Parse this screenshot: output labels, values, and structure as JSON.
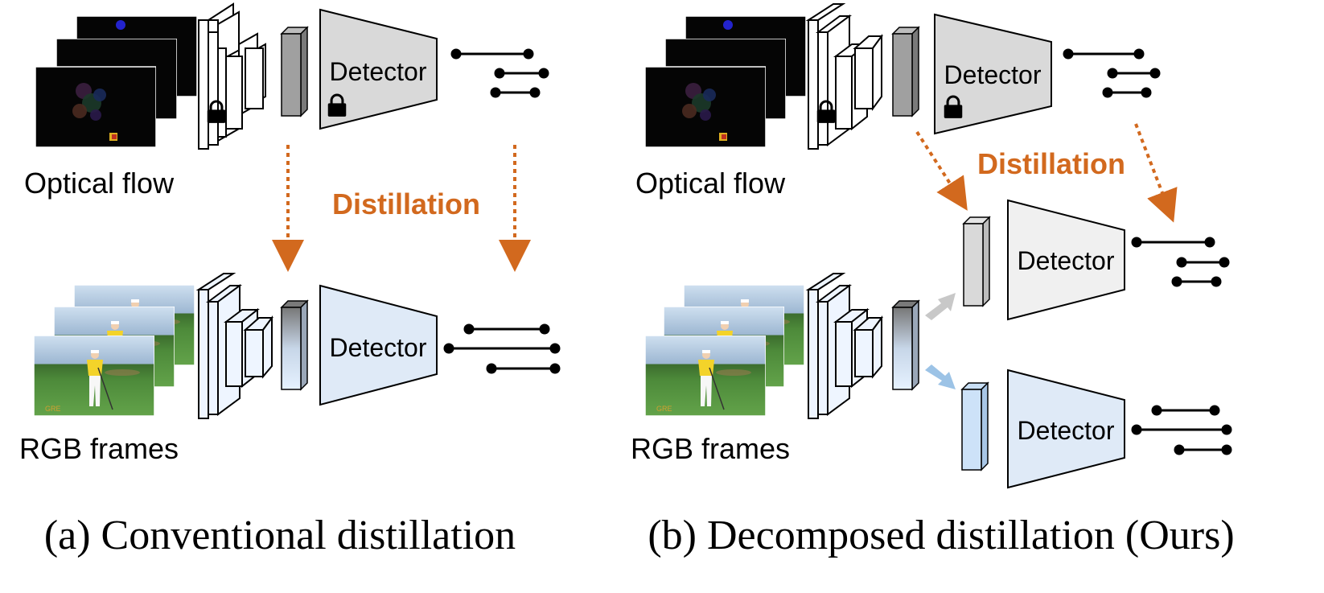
{
  "panel_a": {
    "caption": "(a) Conventional distillation",
    "top_input_label": "Optical flow",
    "bottom_input_label": "RGB frames",
    "top_detector": "Detector",
    "bottom_detector": "Detector",
    "distill_label": "Distillation"
  },
  "panel_b": {
    "caption": "(b) Decomposed distillation (Ours)",
    "top_input_label": "Optical flow",
    "bottom_input_label": "RGB frames",
    "top_detector": "Detector",
    "mid_detector": "Detector",
    "bottom_detector": "Detector",
    "distill_label": "Distillation"
  },
  "colors": {
    "distill_arrow": "#d2691e",
    "distill_text": "#d2691e",
    "flow_detector_fill": "#d9d9d9",
    "rgb_detector_fill": "#dfeaf7",
    "mid_detector_fill": "#f0f0f0",
    "gray_arrow": "#c8c8c8",
    "blue_arrow": "#9cc3e6"
  },
  "icons": [
    "lock-icon",
    "optical-flow-image",
    "rgb-frame-image"
  ]
}
